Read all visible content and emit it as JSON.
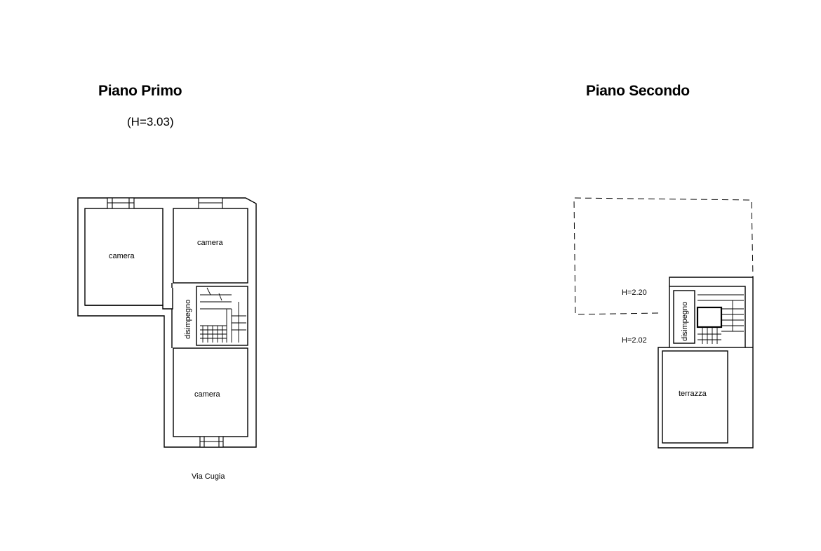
{
  "floor1": {
    "title": "Piano Primo",
    "height": "(H=3.03)",
    "rooms": {
      "camera_left": "camera",
      "camera_top_right": "camera",
      "disimpegno": "disimpegno",
      "camera_bottom": "camera"
    },
    "street": "Via Cugia"
  },
  "floor2": {
    "title": "Piano Secondo",
    "height_upper": "H=2.20",
    "height_lower": "H=2.02",
    "rooms": {
      "disimpegno": "disimpegno",
      "terrazza": "terrazza"
    }
  }
}
